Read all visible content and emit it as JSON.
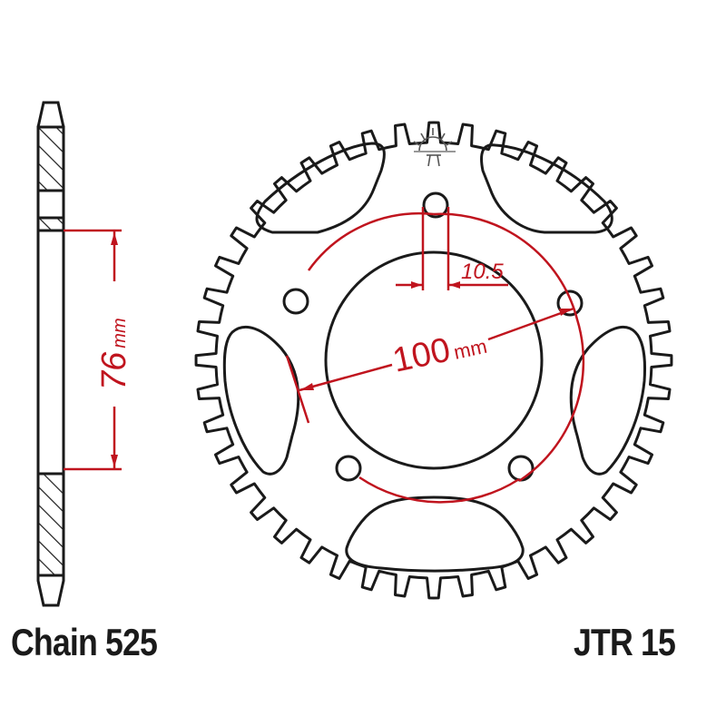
{
  "chain_label": "Chain 525",
  "part_number": "JTR 15",
  "dimensions": {
    "bolt_circle": {
      "value": "100",
      "unit": "mm"
    },
    "bolt_hole": {
      "value": "10.5"
    },
    "offset": {
      "value": "76",
      "unit": "mm"
    }
  },
  "sprocket": {
    "teeth": 44,
    "bolt_holes": 5,
    "lightening_cutouts": 5
  },
  "colors": {
    "outline": "#1a1a1a",
    "dimension": "#c0141e"
  }
}
